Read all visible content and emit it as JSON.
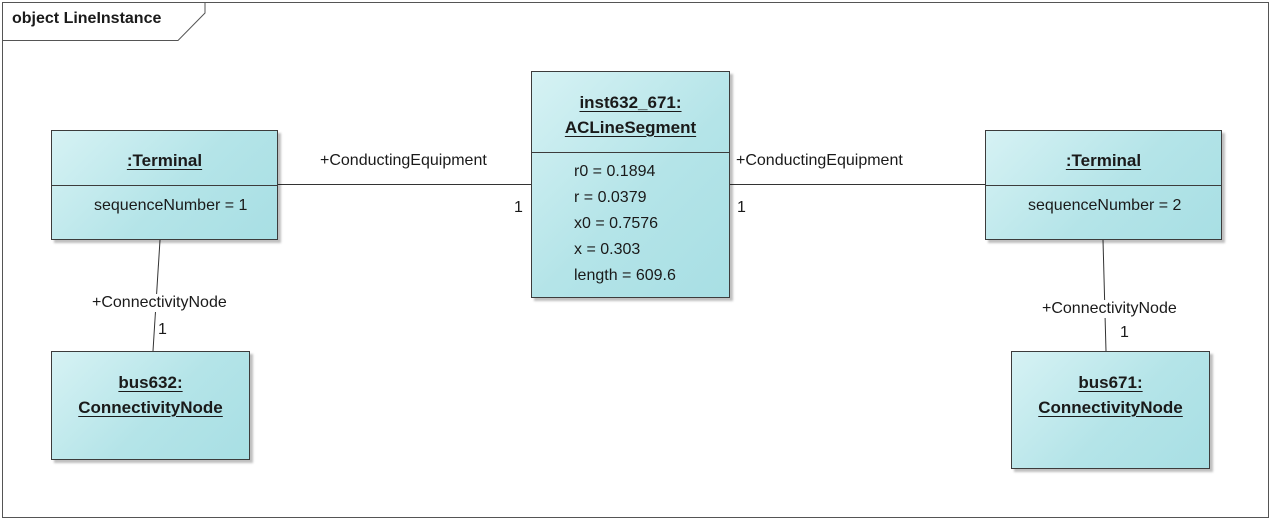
{
  "diagram": {
    "title": "object LineInstance"
  },
  "objects": {
    "terminal_left": {
      "name": ":Terminal",
      "attributes": [
        "sequenceNumber = 1"
      ]
    },
    "segment": {
      "name_line1": "inst632_671:",
      "name_line2": "ACLineSegment",
      "attributes": [
        "r0 = 0.1894",
        "r = 0.0379",
        "x0 = 0.7576",
        "x = 0.303",
        "length = 609.6"
      ]
    },
    "terminal_right": {
      "name": ":Terminal",
      "attributes": [
        "sequenceNumber = 2"
      ]
    },
    "bus_left": {
      "name_line1": "bus632:",
      "name_line2": "ConnectivityNode"
    },
    "bus_right": {
      "name_line1": "bus671:",
      "name_line2": "ConnectivityNode"
    }
  },
  "links": {
    "left_equipment_role": "+ConductingEquipment",
    "left_equipment_mult": "1",
    "right_equipment_role": "+ConductingEquipment",
    "right_equipment_mult": "1",
    "left_node_role": "+ConnectivityNode",
    "left_node_mult": "1",
    "right_node_role": "+ConnectivityNode",
    "right_node_mult": "1"
  },
  "colors": {
    "box_fill": "#b4e4e8",
    "border": "#3c3c3c"
  }
}
